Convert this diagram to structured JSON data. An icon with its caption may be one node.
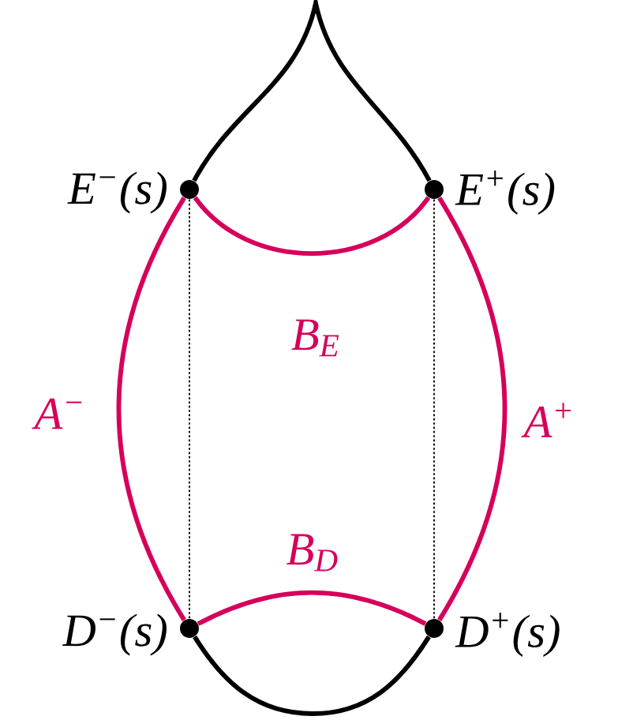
{
  "diagram": {
    "nodes": [
      {
        "text": [],
        "shape": "circle",
        "beside": [
          "E$^{−}$(s)"
        ]
      },
      {
        "text": [],
        "shape": "circle",
        "beside": [
          "E$^{+}$(s)"
        ]
      },
      {
        "text": [],
        "shape": "circle",
        "beside": [
          "D$^{−}$(s)"
        ]
      },
      {
        "text": [],
        "shape": "circle",
        "beside": [
          "D$^{+}$(s)"
        ]
      }
    ],
    "edges": [
      {
        "from": 0,
        "to": 1,
        "arrow": "none",
        "color": "#000000"
      },
      {
        "from": 0,
        "to": 1,
        "arrow": "none",
        "label": "B$_{E}$",
        "color": "#d6005a"
      },
      {
        "from": 0,
        "to": 2,
        "arrow": "none",
        "label": "A$^{−}$",
        "color": "#d6005a"
      },
      {
        "from": 1,
        "to": 3,
        "arrow": "none",
        "label": "A$^{+}$",
        "color": "#d6005a"
      },
      {
        "from": 0,
        "to": 2,
        "arrow": "none",
        "style": "dashed",
        "color": "#000000"
      },
      {
        "from": 1,
        "to": 3,
        "arrow": "none",
        "style": "dashed",
        "color": "#000000"
      },
      {
        "from": 2,
        "to": 3,
        "arrow": "none",
        "label": "B$_{D}$",
        "color": "#d6005a"
      },
      {
        "from": 2,
        "to": 3,
        "arrow": "none",
        "color": "#000000"
      }
    ]
  }
}
